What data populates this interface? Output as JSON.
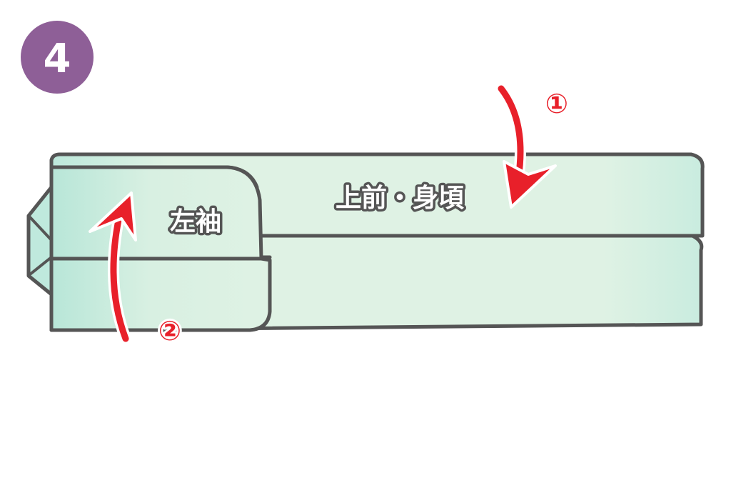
{
  "step": {
    "number": "4",
    "badge_color": "#8e5f97"
  },
  "labels": {
    "front_body": "上前・身頃",
    "left_sleeve": "左袖"
  },
  "markers": {
    "first": "①",
    "second": "②"
  },
  "colors": {
    "fabric_light": "#dff2e4",
    "fabric_mint": "#bfe9dd",
    "outline": "#555555",
    "arrow": "#e8202a"
  },
  "icons": {
    "fold_down_arrow": "curved-down-arrow-icon",
    "fold_up_arrow": "curved-up-arrow-icon"
  }
}
